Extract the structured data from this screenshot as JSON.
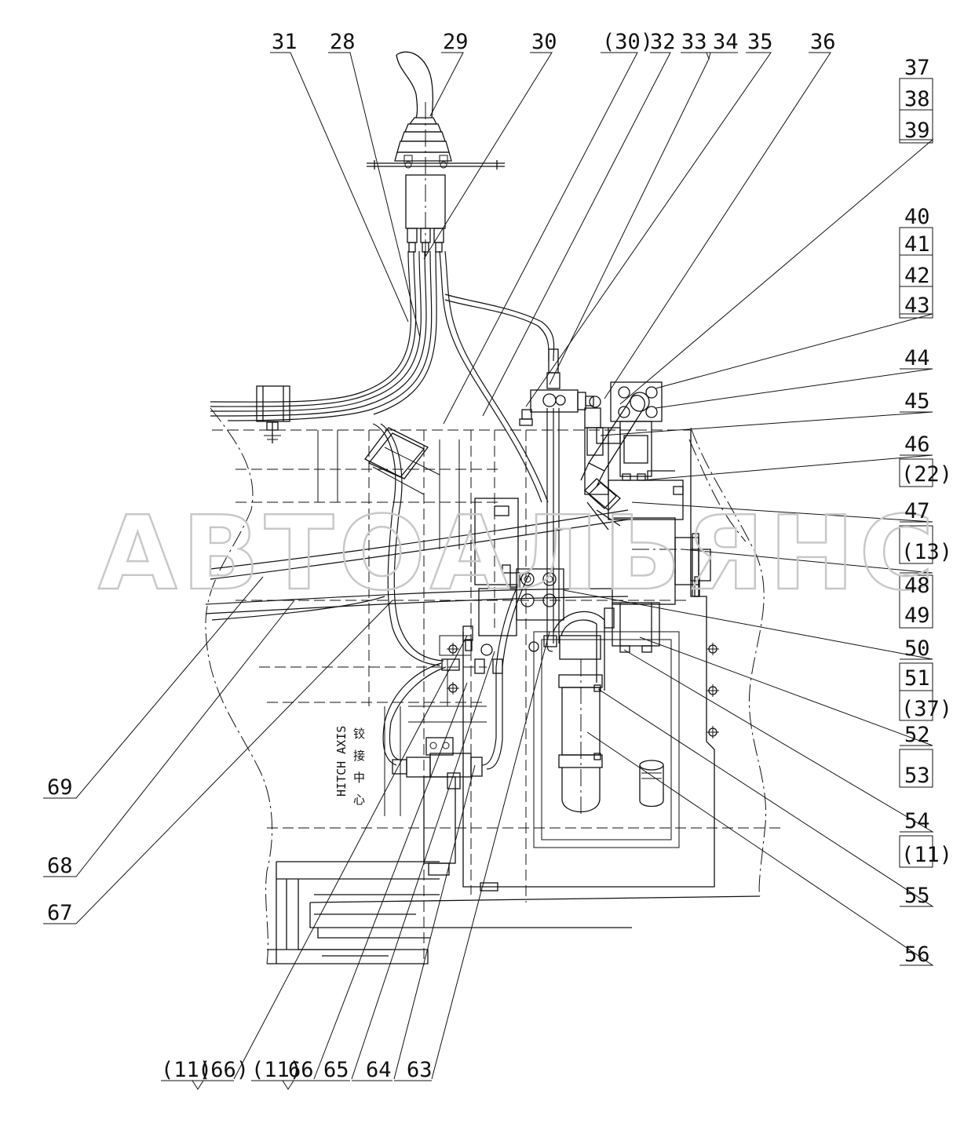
{
  "watermark": "АВТОАЛЬЯНС",
  "hitch": {
    "en": "HITCH AXIS",
    "cn": [
      "铰",
      "接",
      "中",
      "心"
    ]
  },
  "labels": {
    "top": [
      "31",
      "28",
      "29",
      "30",
      "(30)",
      "32",
      "33",
      "34",
      "35",
      "36"
    ],
    "right": [
      "37",
      "38",
      "39",
      "40",
      "41",
      "42",
      "43",
      "44",
      "45",
      "46",
      "(22)",
      "47",
      "(13)",
      "48",
      "49",
      "50",
      "51",
      "(37)",
      "52",
      "53",
      "54",
      "(11)",
      "55",
      "56"
    ],
    "left": [
      "69",
      "68",
      "67"
    ],
    "bottom": [
      "(11)",
      "(66)",
      "(11)",
      "66",
      "65",
      "64",
      "63"
    ]
  }
}
